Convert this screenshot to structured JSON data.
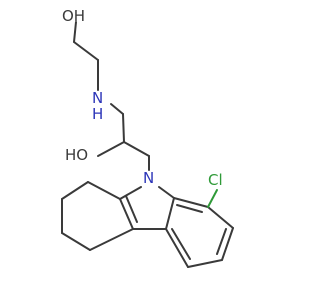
{
  "molecule": {
    "labels": {
      "oh_top": "OH",
      "nh": "N",
      "h_of_nh": "H",
      "oh_mid": "HO",
      "n_ring": "N",
      "cl": "Cl"
    },
    "colors": {
      "bond": "#3a3a3a",
      "nitrogen": "#2c35b8",
      "chlorine": "#2f9a38",
      "oxygen": "#3a3a3a"
    }
  }
}
